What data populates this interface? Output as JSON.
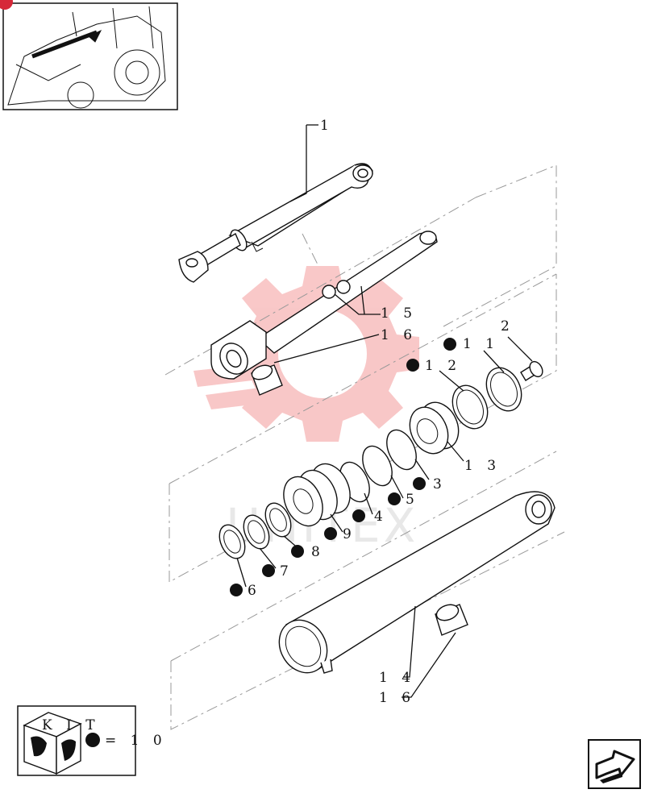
{
  "labels": {
    "l1": "1",
    "l2": "2",
    "l3": "3",
    "l4": "4",
    "l5": "5",
    "l6": "6",
    "l7": "7",
    "l8": "8",
    "l9": "9",
    "l11": "1 1",
    "l12": "1 2",
    "l13": "1 3",
    "l14": "1 4",
    "l15": "1 5",
    "l16a": "1 6",
    "l16b": "1 6"
  },
  "kit": {
    "title": "K I T",
    "equals": "= 1 0"
  },
  "watermark": {
    "text": "UNITEX",
    "color": "#e83a3a"
  },
  "colors": {
    "ink": "#111111",
    "dash": "#999999",
    "badge": "#d62839"
  },
  "icons": {
    "nav": "arrow-icon",
    "marker": "filled-dot-icon"
  }
}
